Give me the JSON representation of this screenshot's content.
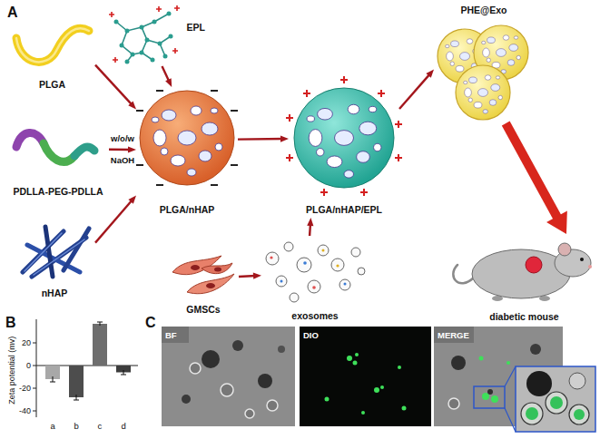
{
  "diagram": {
    "nodes": [
      {
        "text": [
          "PLGA"
        ]
      },
      {
        "text": [
          "EPL"
        ]
      },
      {
        "text": [
          "PLGA/nHAP"
        ]
      },
      {
        "text": [
          "PLGA/nHAP/EPL"
        ]
      },
      {
        "text": [
          "PHE@Exo"
        ]
      },
      {
        "text": [
          "PDLLA-PEG-PDLLA"
        ]
      },
      {
        "text": [
          "nHAP"
        ]
      },
      {
        "text": [
          "GMSCs"
        ]
      },
      {
        "text": [
          "exosomes"
        ]
      },
      {
        "text": [
          "diabetic mouse"
        ]
      },
      {
        "text": [
          "BF"
        ]
      },
      {
        "text": [
          "DIO"
        ]
      },
      {
        "text": [
          "MERGE"
        ]
      }
    ],
    "edges": [
      {
        "from": 0,
        "to": 2,
        "arrow": "to"
      },
      {
        "from": 5,
        "to": 2,
        "label": "w/o/w NaOH",
        "arrow": "to"
      },
      {
        "from": 6,
        "to": 2,
        "arrow": "to"
      },
      {
        "from": 1,
        "to": 2,
        "arrow": "to"
      },
      {
        "from": 2,
        "to": 3,
        "arrow": "to"
      },
      {
        "from": 7,
        "to": 8,
        "arrow": "to"
      },
      {
        "from": 8,
        "to": 3,
        "arrow": "to"
      },
      {
        "from": 3,
        "to": 4,
        "arrow": "to"
      },
      {
        "from": 4,
        "to": 9,
        "arrow": "to"
      }
    ],
    "labels": [
      "A",
      "B",
      "C",
      "Zeta potential (mv)",
      "20",
      "0",
      "-20",
      "-40",
      "a",
      "b",
      "c",
      "d"
    ]
  }
}
